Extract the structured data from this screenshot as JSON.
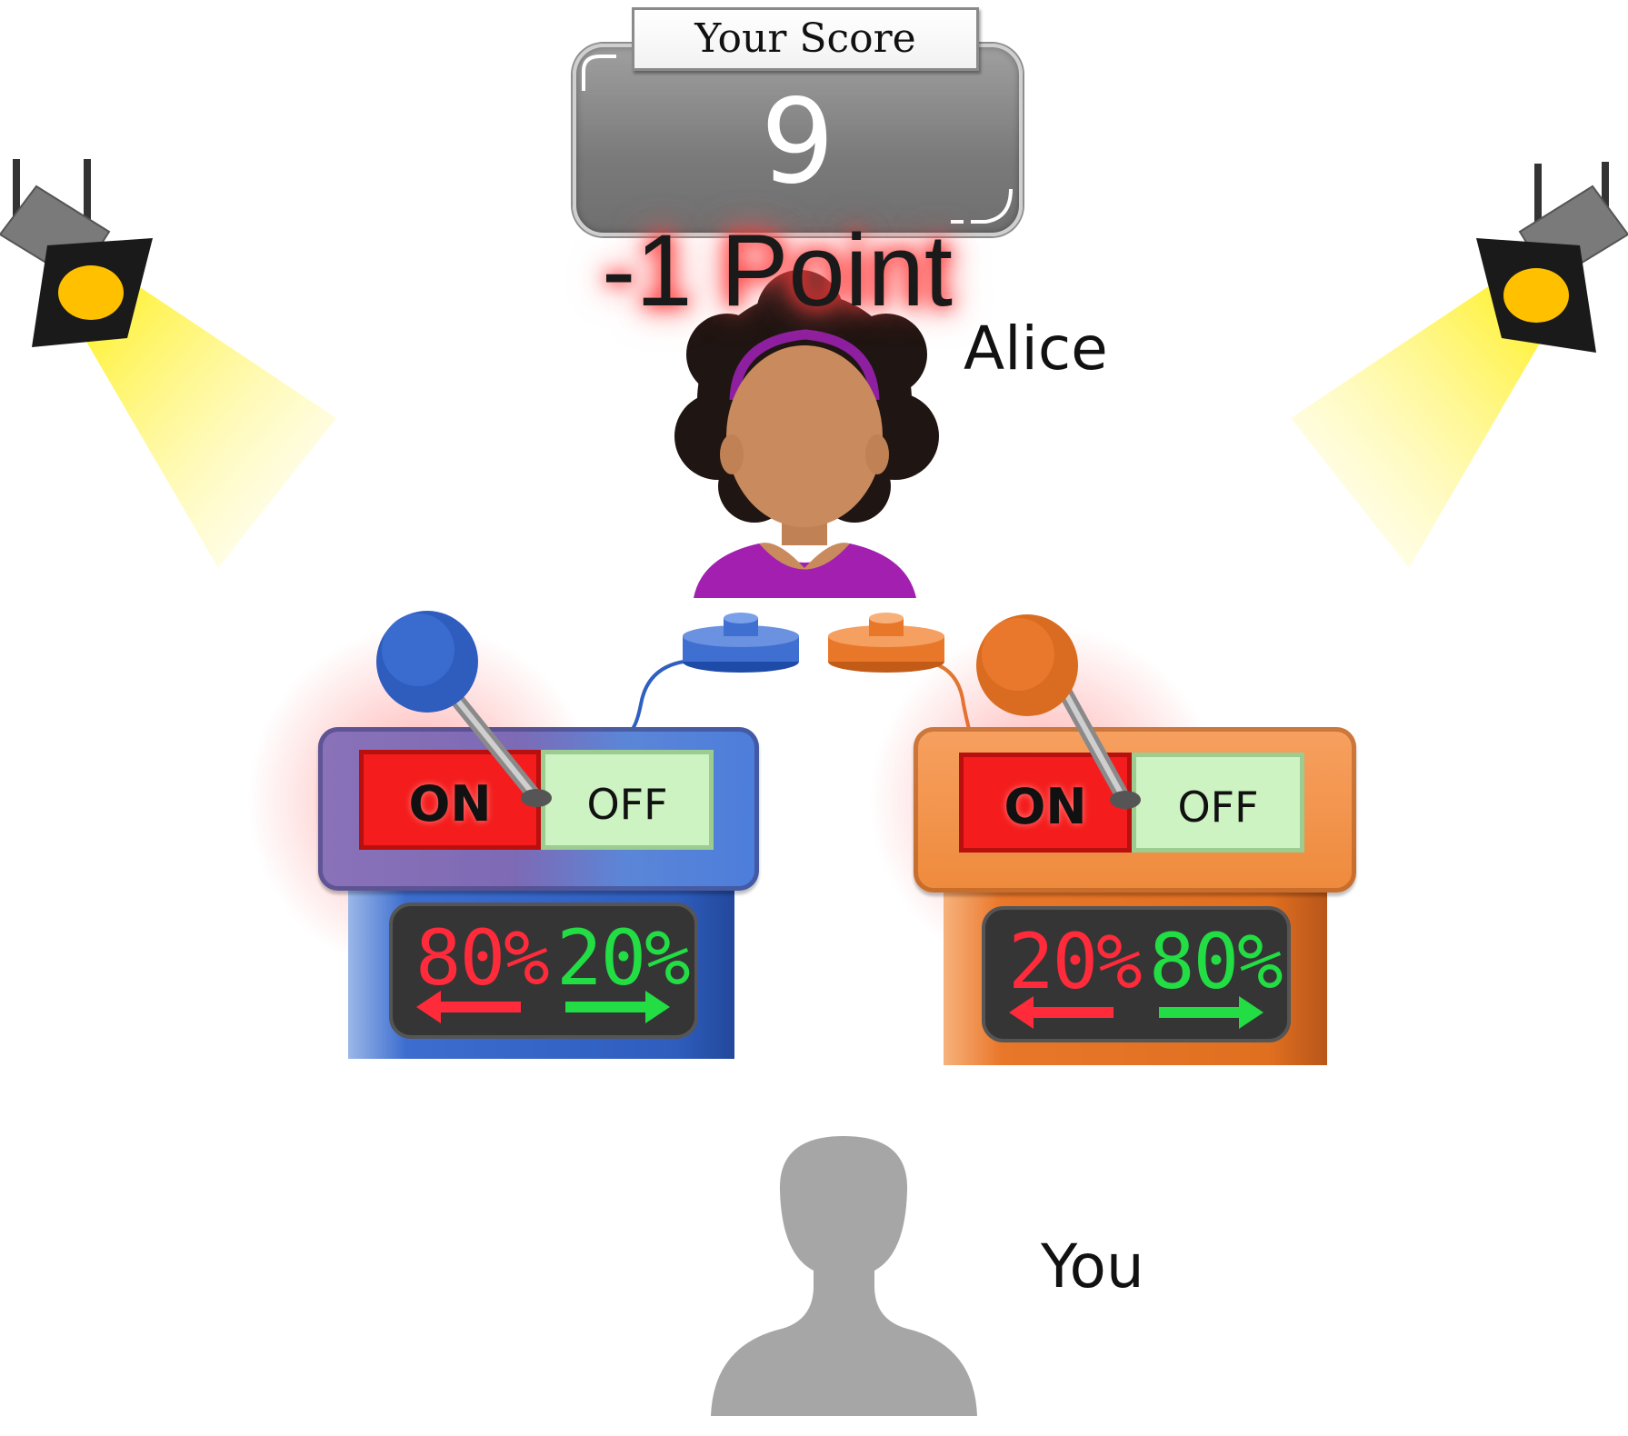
{
  "scoreboard": {
    "title": "Your Score",
    "score": "9",
    "feedback": "-1 Point"
  },
  "opponent": {
    "name": "Alice"
  },
  "player": {
    "name": "You"
  },
  "machines": {
    "blue": {
      "on_label": "ON",
      "off_label": "OFF",
      "left_percent": "80%",
      "right_percent": "20%",
      "lever_state": "ON",
      "color": "#3c6dcf"
    },
    "orange": {
      "on_label": "ON",
      "off_label": "OFF",
      "left_percent": "20%",
      "right_percent": "80%",
      "lever_state": "ON",
      "color": "#e9772a"
    }
  },
  "colors": {
    "on": "#f41c1c",
    "off": "#cdf3c2",
    "left_arrow": "#ff2b3b",
    "right_arrow": "#22dd44",
    "spotlight": "#ffee00"
  }
}
